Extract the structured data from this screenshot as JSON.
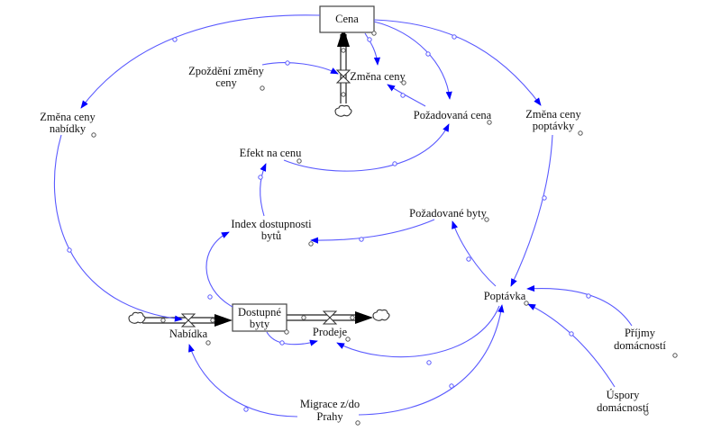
{
  "diagram": {
    "type": "stock-and-flow",
    "colors": {
      "link": "#5a5aff",
      "arrowhead": "#0000ff",
      "pipe": "#222222",
      "text": "#111111"
    },
    "stocks": [
      {
        "id": "cena",
        "lines": [
          "Cena"
        ]
      },
      {
        "id": "dostupne_byty",
        "lines": [
          "Dostupné",
          "byty"
        ]
      }
    ],
    "flows": [
      {
        "id": "zmena_ceny",
        "lines": [
          "Změna ceny"
        ],
        "from": "cloud",
        "to": "cena"
      },
      {
        "id": "nabidka",
        "lines": [
          "Nabídka"
        ],
        "from": "cloud",
        "to": "dostupne_byty"
      },
      {
        "id": "prodeje",
        "lines": [
          "Prodeje"
        ],
        "from": "dostupne_byty",
        "to": "cloud"
      }
    ],
    "variables": [
      {
        "id": "zpozdeni",
        "lines": [
          "Zpoždění změny",
          "ceny"
        ]
      },
      {
        "id": "zmena_nabidky",
        "lines": [
          "Změna ceny",
          "nabídky"
        ]
      },
      {
        "id": "pozadovana_cena",
        "lines": [
          "Požadovaná cena"
        ]
      },
      {
        "id": "zmena_poptavky",
        "lines": [
          "Změna ceny",
          "poptávky"
        ]
      },
      {
        "id": "efekt",
        "lines": [
          "Efekt na cenu"
        ]
      },
      {
        "id": "index",
        "lines": [
          "Index dostupnosti",
          "bytů"
        ]
      },
      {
        "id": "pozadovane_byty",
        "lines": [
          "Požadované byty"
        ]
      },
      {
        "id": "poptavka",
        "lines": [
          "Poptávka"
        ]
      },
      {
        "id": "prijmy",
        "lines": [
          "Příjmy",
          "domácností"
        ]
      },
      {
        "id": "uspory",
        "lines": [
          "Úspory",
          "domácností"
        ]
      },
      {
        "id": "migrace",
        "lines": [
          "Migrace z/do",
          "Prahy"
        ]
      }
    ],
    "links": [
      {
        "from": "cena",
        "to": "zmena_nabidky"
      },
      {
        "from": "cena",
        "to": "zmena_ceny"
      },
      {
        "from": "cena",
        "to": "pozadovana_cena"
      },
      {
        "from": "cena",
        "to": "zmena_poptavky"
      },
      {
        "from": "zpozdeni",
        "to": "zmena_ceny"
      },
      {
        "from": "pozadovana_cena",
        "to": "zmena_ceny"
      },
      {
        "from": "efekt",
        "to": "pozadovana_cena"
      },
      {
        "from": "index",
        "to": "efekt"
      },
      {
        "from": "pozadovane_byty",
        "to": "index"
      },
      {
        "from": "dostupne_byty",
        "to": "index"
      },
      {
        "from": "poptavka",
        "to": "pozadovane_byty"
      },
      {
        "from": "zmena_poptavky",
        "to": "poptavka"
      },
      {
        "from": "prijmy",
        "to": "poptavka"
      },
      {
        "from": "uspory",
        "to": "poptavka"
      },
      {
        "from": "migrace",
        "to": "poptavka"
      },
      {
        "from": "zmena_nabidky",
        "to": "nabidka"
      },
      {
        "from": "dostupne_byty",
        "to": "prodeje"
      },
      {
        "from": "poptavka",
        "to": "prodeje"
      },
      {
        "from": "migrace",
        "to": "nabidka"
      }
    ]
  }
}
